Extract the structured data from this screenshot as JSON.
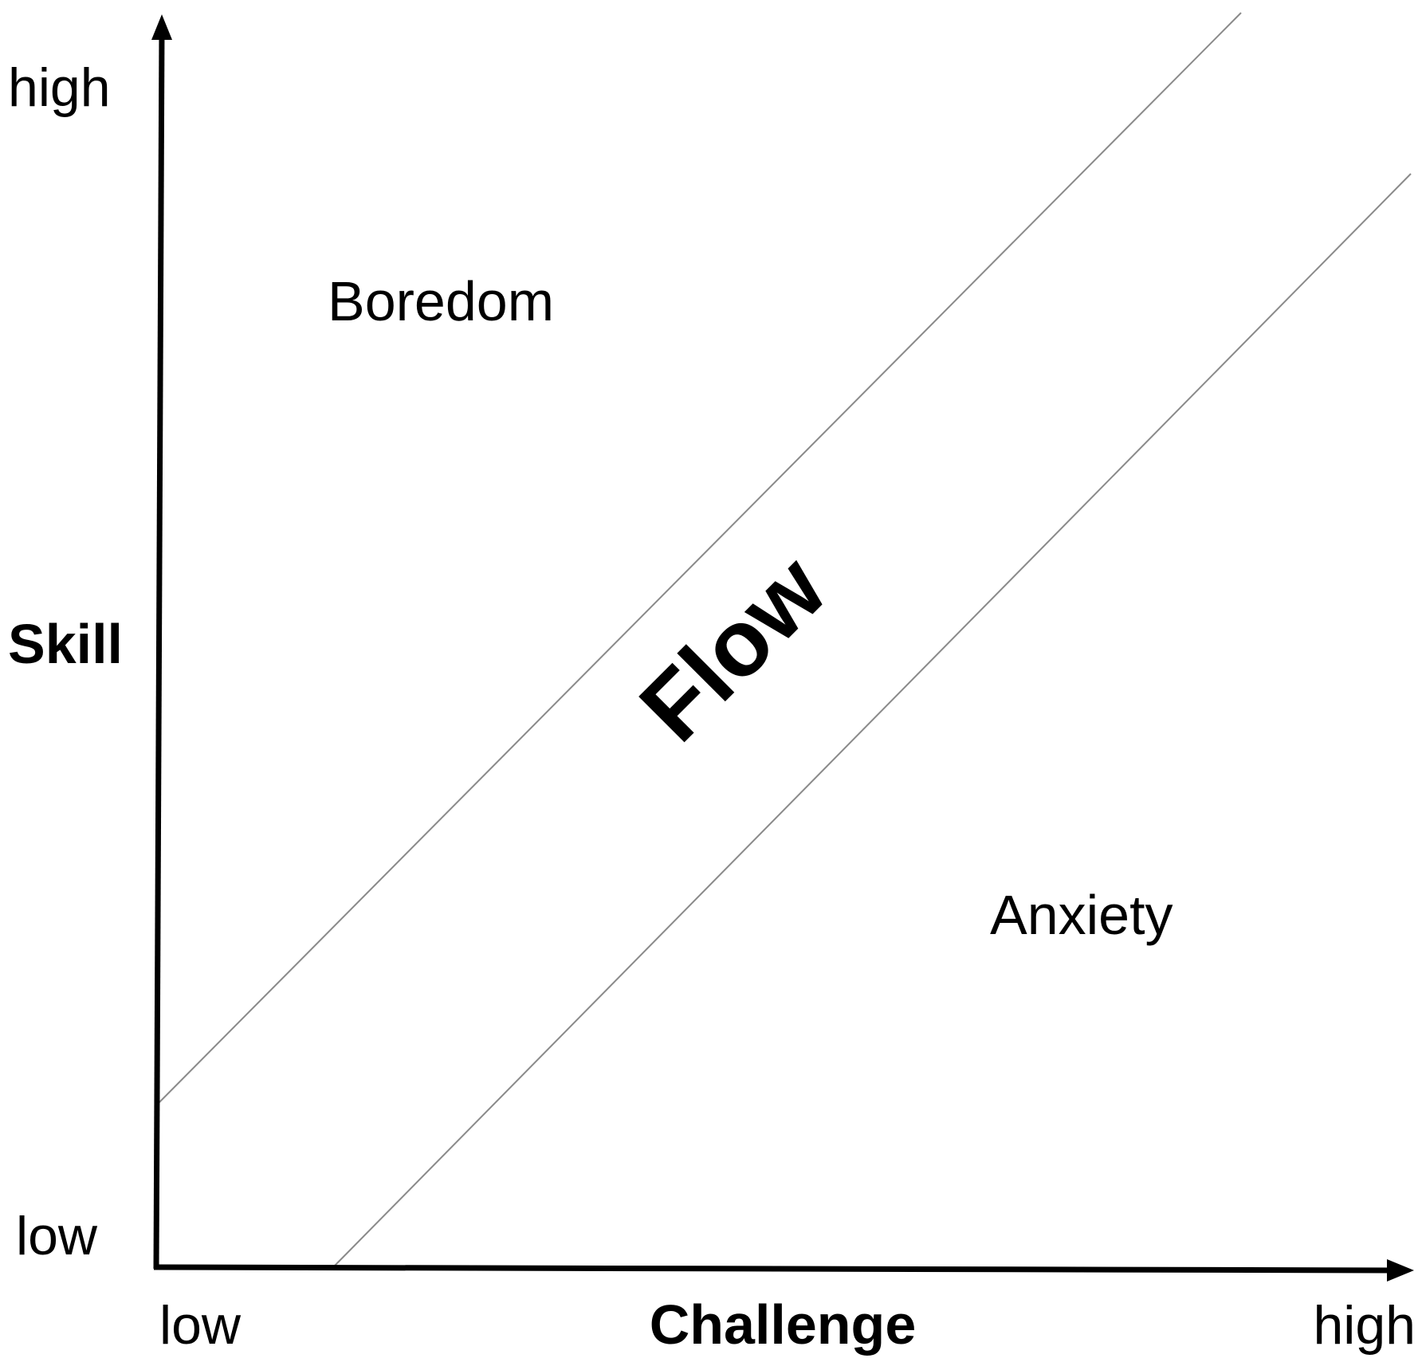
{
  "axes": {
    "y": {
      "title": "Skill",
      "high_label": "high",
      "low_label": "low"
    },
    "x": {
      "title": "Challenge",
      "low_label": "low",
      "high_label": "high"
    }
  },
  "regions": {
    "upper": "Boredom",
    "band": "Flow",
    "lower": "Anxiety"
  },
  "colors": {
    "axis": "#000000",
    "boundary": "#8a8a8a",
    "text": "#000000"
  }
}
